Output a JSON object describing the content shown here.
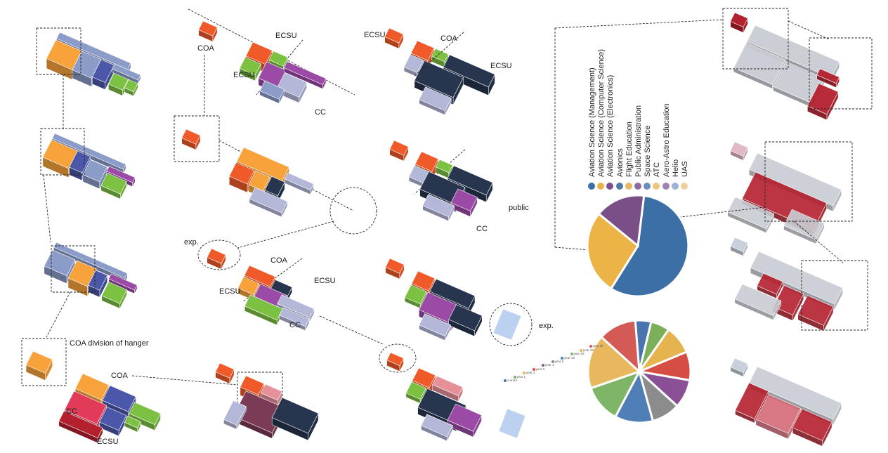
{
  "labels": {
    "coa_1": "COA",
    "ecsu_1": "ECSU",
    "ecsu_2": "ECSU",
    "cc_1": "CC",
    "ecsu_3": "ECSU",
    "coa_2": "COA",
    "ecsu_4": "ECSU",
    "public": "public",
    "cc_2": "CC",
    "exp_1": "exp.",
    "coa_3": "COA",
    "ecsu_5": "ECSU",
    "ecsu_6": "ECSU",
    "cc_3": "CC",
    "exp_2": "exp.",
    "coa_division": "COA division of hanger",
    "coa_4": "COA",
    "cc_4": "CC",
    "ecsu_7": "ECSU"
  },
  "colors": {
    "coa_orange": "#f05a28",
    "light_orange": "#f7a23b",
    "ecsu_blue": "#8b9cc8",
    "navy": "#27354f",
    "green": "#7dc142",
    "purple": "#9b4aa6",
    "lavender": "#b3b7d8",
    "red": "#b5202e",
    "pink": "#e6909a",
    "ghost": "#c9ccd3"
  },
  "legend": {
    "items": [
      {
        "label": "Aviation Science (Management)",
        "color": "#3b6fa6"
      },
      {
        "label": "Aviation Science (Computer Science)",
        "color": "#e8b44a"
      },
      {
        "label": "Aviation Science (Electronics)",
        "color": "#7d4d8c"
      },
      {
        "label": "Avionics",
        "color": "#4f7aa8"
      },
      {
        "label": "Flight Education",
        "color": "#e6b862"
      },
      {
        "label": "Public Administration",
        "color": "#8d6aa0"
      },
      {
        "label": "Space Science",
        "color": "#6b8fba"
      },
      {
        "label": "ATC",
        "color": "#efc47c"
      },
      {
        "label": "Aero-Astro Education",
        "color": "#a081b0"
      },
      {
        "label": "Helio",
        "color": "#9db2d2"
      },
      {
        "label": "UAS",
        "color": "#f1cf9a"
      }
    ]
  },
  "chart_data": [
    {
      "type": "pie",
      "categories": [
        "Aviation Science (Management)",
        "Aviation Science (Computer Science)",
        "Aviation Science (Electronics)"
      ],
      "values": [
        57,
        27,
        16
      ],
      "colors": [
        "#3b6fa6",
        "#ecb447",
        "#7a4e87"
      ]
    },
    {
      "type": "pie",
      "categories": [
        "current",
        "year 1",
        "year 2",
        "year 3",
        "year 4",
        "year 5",
        "year 10",
        "year 15",
        "year 20",
        "year 25"
      ],
      "values": [
        5,
        6,
        9,
        9,
        9,
        9,
        12,
        12,
        17,
        12
      ],
      "colors": [
        "#4a74ad",
        "#7caf5a",
        "#e5b44e",
        "#d64d44",
        "#8b4f96",
        "#8c8c8c",
        "#4f7fb6",
        "#7eb566",
        "#e8b85e",
        "#d45a55"
      ]
    }
  ],
  "mini_legend": [
    "current",
    "year 1",
    "year 2",
    "year 3",
    "year 4",
    "year 5",
    "year 10",
    "year 15",
    "year 20",
    "year 25"
  ]
}
